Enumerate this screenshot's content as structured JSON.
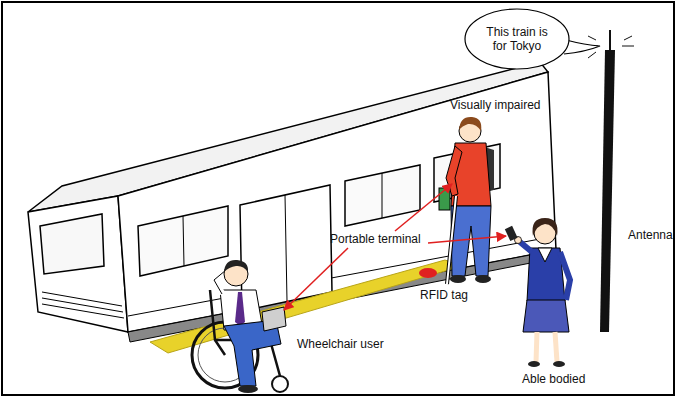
{
  "diagram": {
    "nodes": [
      {
        "text": [
          "This train is for Tokyo"
        ]
      }
    ],
    "labels": [
      "Antenna",
      "Visually impaired",
      "Portable terminal",
      "RFID tag",
      "Wheelchair user",
      "Able bodied"
    ]
  }
}
